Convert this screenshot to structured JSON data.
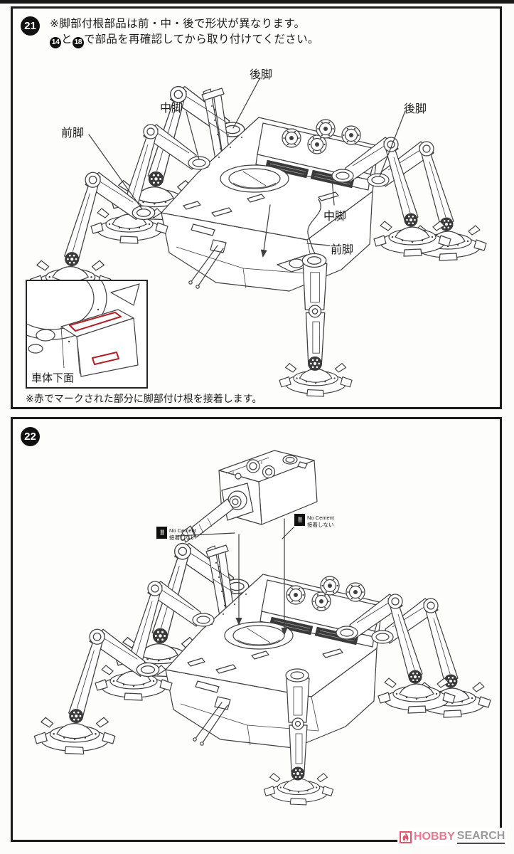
{
  "colors": {
    "ink": "#3f3f3f",
    "panel_border": "#1b1b1b",
    "red_accent": "#b02025",
    "brand_pink": "#e8546e",
    "brand_gray": "#9a9a9a"
  },
  "panel21": {
    "step": "21",
    "heading_line1": "※脚部付根部品は前・中・後で形状が異なります。",
    "heading_line2": {
      "num1": "14",
      "joiner": "と",
      "num2": "18",
      "rest": "で部品を再確認してから取り付けてください。"
    },
    "labels": {
      "rear_left": "後脚",
      "middle_left": "中脚",
      "front_left": "前脚",
      "rear_right": "後脚",
      "middle_right": "中脚",
      "front_right": "前脚"
    },
    "inset_caption": "車体下面",
    "red_note": "※赤でマークされた部分に脚部付け根を接着します。"
  },
  "panel22": {
    "step": "22",
    "no_cement": {
      "icon": "!!",
      "line_en": "No Cement",
      "line_ja": "接着しない"
    }
  },
  "watermark": {
    "flame_icon": "flame",
    "brand_first": "HOBBY",
    "brand_second": "SEARCH"
  }
}
